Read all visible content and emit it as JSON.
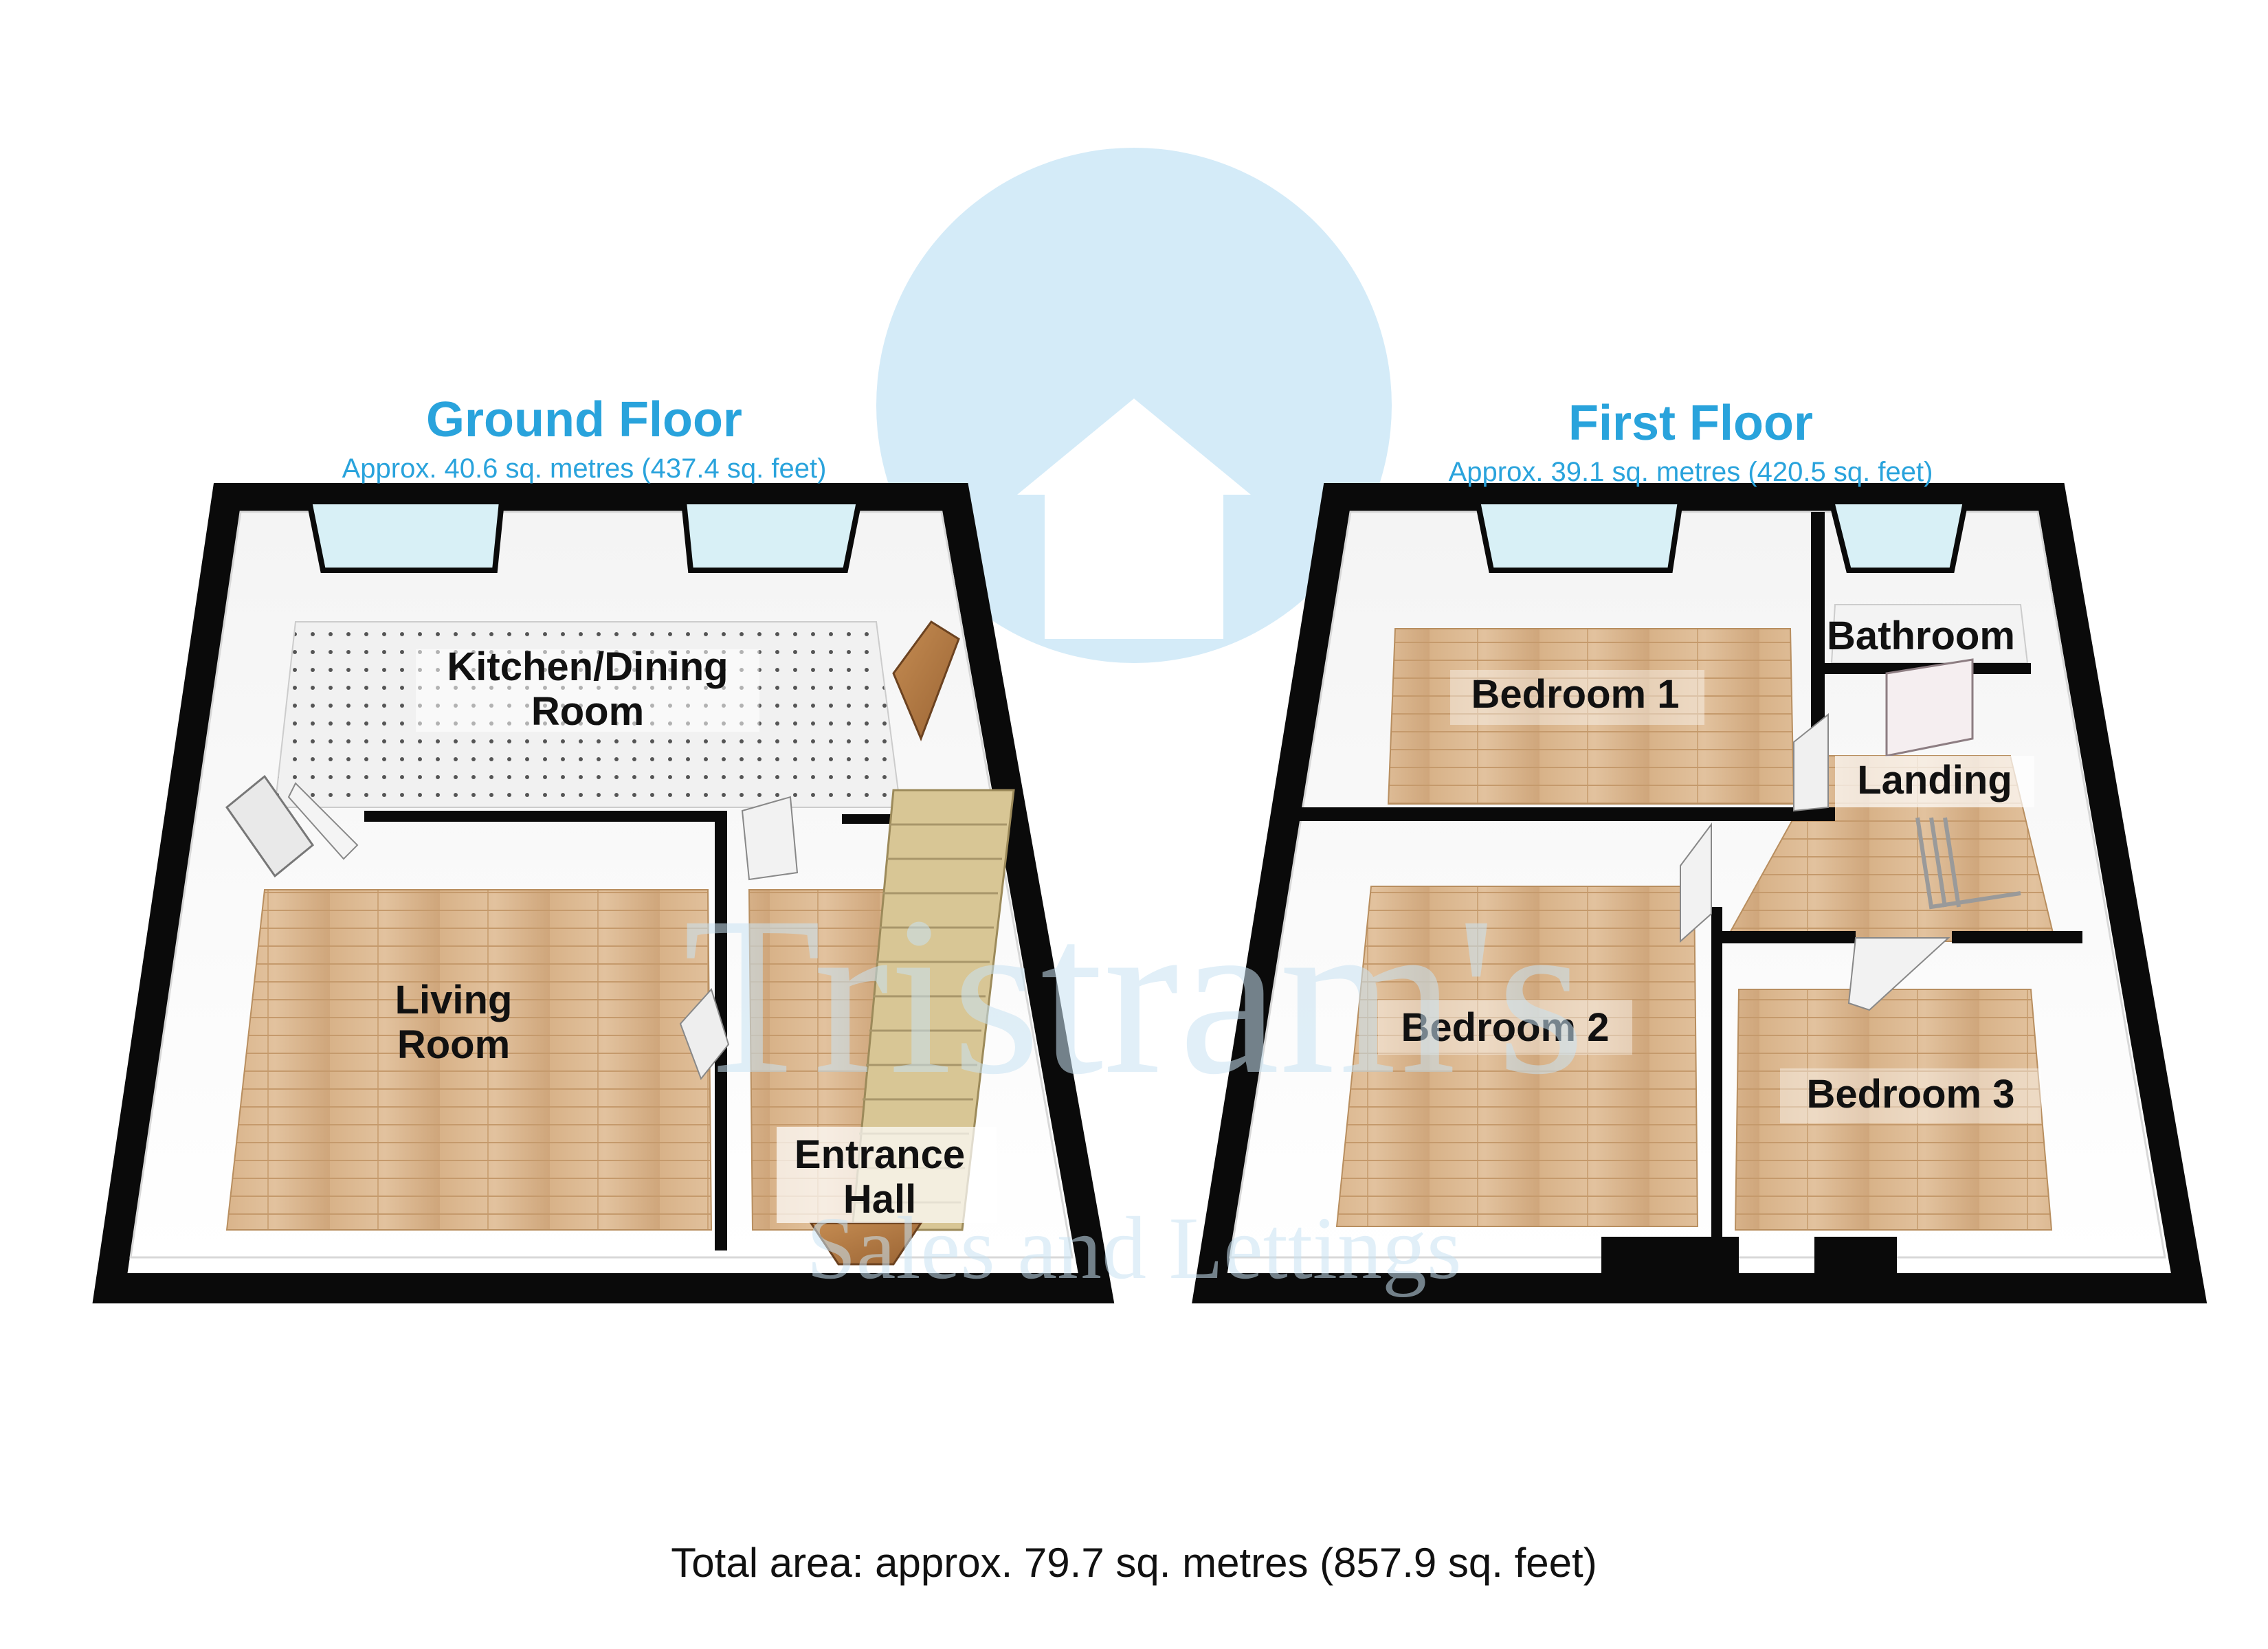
{
  "ground_floor": {
    "title": "Ground Floor",
    "area": "Approx. 40.6 sq. metres (437.4 sq. feet)",
    "rooms": {
      "kitchen_dining": [
        "Kitchen/Dining",
        "Room"
      ],
      "living_room": [
        "Living",
        "Room"
      ],
      "entrance_hall": [
        "Entrance",
        "Hall"
      ]
    }
  },
  "first_floor": {
    "title": "First Floor",
    "area": "Approx. 39.1 sq. metres (420.5 sq. feet)",
    "rooms": {
      "bedroom_1": "Bedroom 1",
      "bathroom": "Bathroom",
      "landing": "Landing",
      "bedroom_2": "Bedroom 2",
      "bedroom_3": "Bedroom 3"
    }
  },
  "total_area": "Total area: approx. 79.7 sq. metres (857.9 sq. feet)",
  "watermark": {
    "brand": "Tristram's",
    "tagline": "Sales and Lettings"
  },
  "colors": {
    "accent": "#29a3dc",
    "wall": "#0a0a0a",
    "floor_wood": "#d9b48a",
    "floor_tile": "#eeeeee",
    "window_glass": "#d8f0f6",
    "watermark": "#c9e3f3"
  }
}
